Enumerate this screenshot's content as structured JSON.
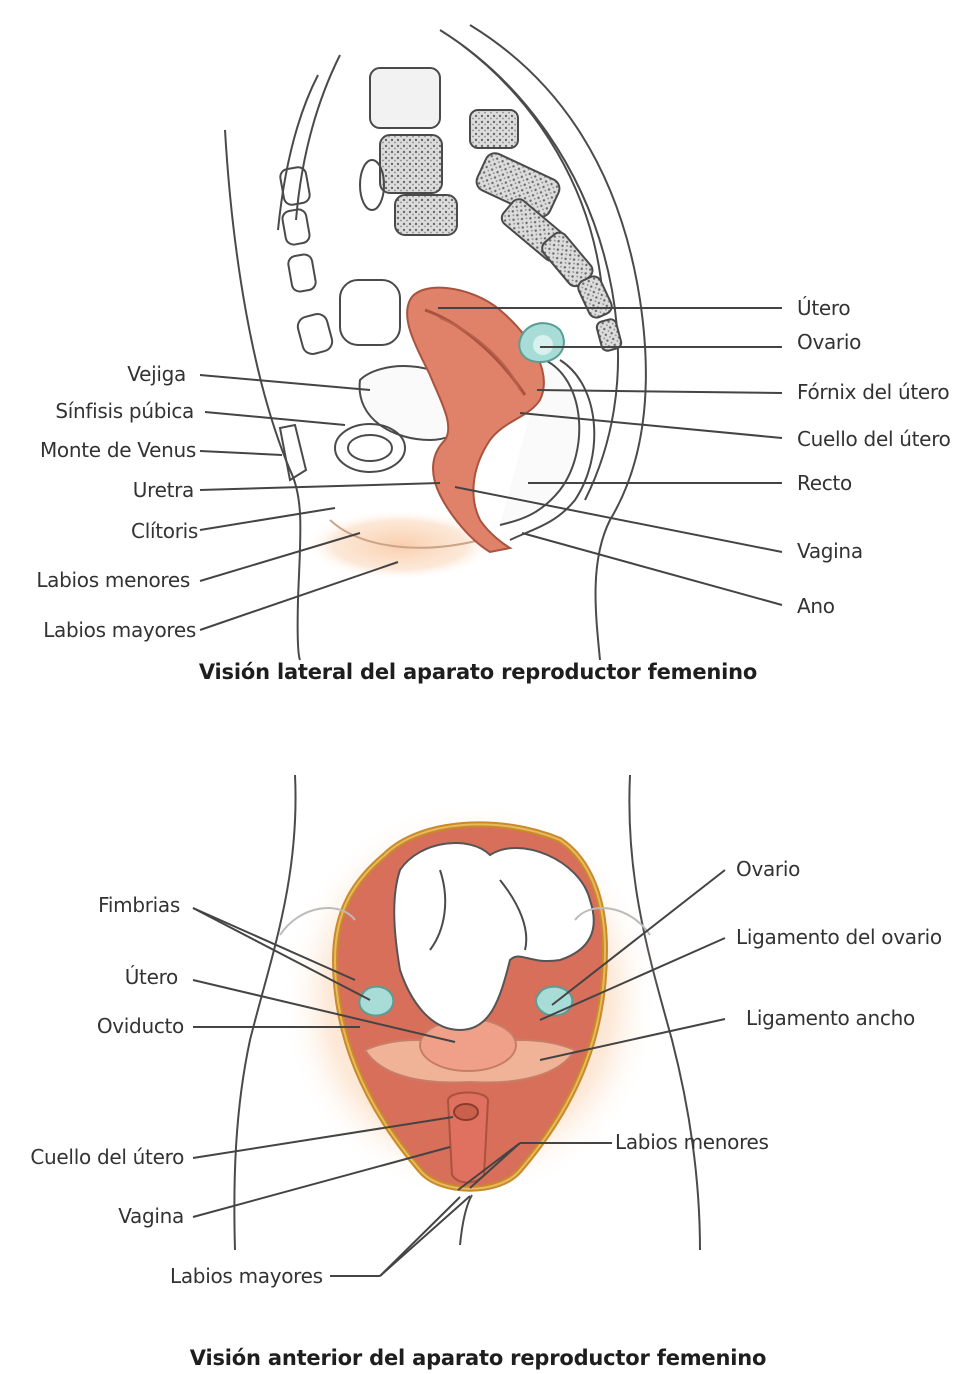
{
  "lateral": {
    "caption": "Visión lateral del aparato reproductor femenino",
    "labels": {
      "utero": "Útero",
      "ovario": "Ovario",
      "fornix": "Fórnix del útero",
      "cuello": "Cuello del útero",
      "recto": "Recto",
      "vagina": "Vagina",
      "ano": "Ano",
      "vejiga": "Vejiga",
      "sinfisis": "Sínfisis púbica",
      "monte": "Monte de Venus",
      "uretra": "Uretra",
      "clitoris": "Clítoris",
      "labios_menores": "Labios menores",
      "labios_mayores": "Labios mayores"
    }
  },
  "anterior": {
    "caption": "Visión anterior del aparato reproductor femenino",
    "labels": {
      "fimbrias": "Fimbrias",
      "utero": "Útero",
      "oviducto": "Oviducto",
      "cuello": "Cuello del útero",
      "vagina": "Vagina",
      "labios_mayores": "Labios mayores",
      "ovario": "Ovario",
      "ligamento_ovario": "Ligamento del ovario",
      "ligamento_ancho": "Ligamento ancho",
      "labios_menores": "Labios menores"
    }
  },
  "colors": {
    "uterus": "#e0826a",
    "uterus_dark": "#c9604c",
    "ovary": "#9fd8d2",
    "skin": "#fbe3cf",
    "glow": "#f6c8a0",
    "fat": "#f3cf84",
    "outline": "#4a4a4a"
  }
}
